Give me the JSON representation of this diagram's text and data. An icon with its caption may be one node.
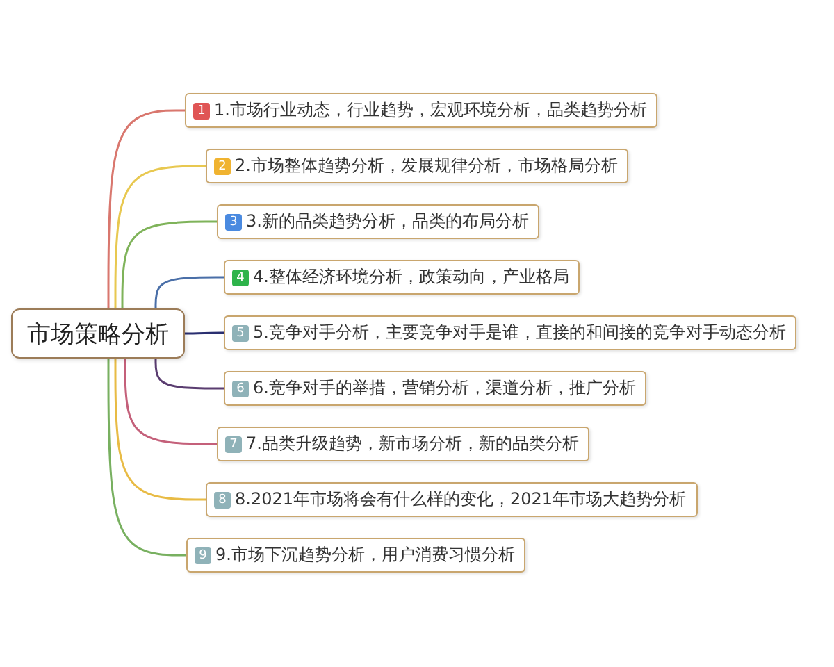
{
  "diagram": {
    "nodes": [
      {
        "text": [
          "市场策略分析"
        ]
      },
      {
        "text": [
          "1",
          "1.市场行业动态，行业趋势，宏观环境分析，品类趋势分析"
        ]
      },
      {
        "text": [
          "2",
          "2.市场整体趋势分析，发展规律分析，市场格局分析"
        ]
      },
      {
        "text": [
          "3",
          "3.新的品类趋势分析，品类的布局分析"
        ]
      },
      {
        "text": [
          "4",
          "4.整体经济环境分析，政策动向，产业格局"
        ]
      },
      {
        "text": [
          "5",
          "5.竞争对手分析，主要竞争对手是谁，直接的和间接的竞争对手动态分析"
        ]
      },
      {
        "text": [
          "6",
          "6.竞争对手的举措，营销分析，渠道分析，推广分析"
        ]
      },
      {
        "text": [
          "7",
          "7.品类升级趋势，新市场分析，新的品类分析"
        ]
      },
      {
        "text": [
          "8",
          "8.2021年市场将会有什么样的变化，2021年市场大趋势分析"
        ]
      },
      {
        "text": [
          "9",
          "9.市场下沉趋势分析，用户消费习惯分析"
        ]
      }
    ],
    "edges": [
      {
        "from": 0,
        "to": 1,
        "arrow": "none",
        "color": "#d9776e"
      },
      {
        "from": 0,
        "to": 2,
        "arrow": "none",
        "color": "#e8c850"
      },
      {
        "from": 0,
        "to": 3,
        "arrow": "none",
        "color": "#7fb35a"
      },
      {
        "from": 0,
        "to": 4,
        "arrow": "none",
        "color": "#4a6fa8"
      },
      {
        "from": 0,
        "to": 5,
        "arrow": "none",
        "color": "#2a2f70"
      },
      {
        "from": 0,
        "to": 6,
        "arrow": "none",
        "color": "#5a3d70"
      },
      {
        "from": 0,
        "to": 7,
        "arrow": "none",
        "color": "#c4607a"
      },
      {
        "from": 0,
        "to": 8,
        "arrow": "none",
        "color": "#e8bb45"
      },
      {
        "from": 0,
        "to": 9,
        "arrow": "none",
        "color": "#78b060"
      }
    ]
  }
}
